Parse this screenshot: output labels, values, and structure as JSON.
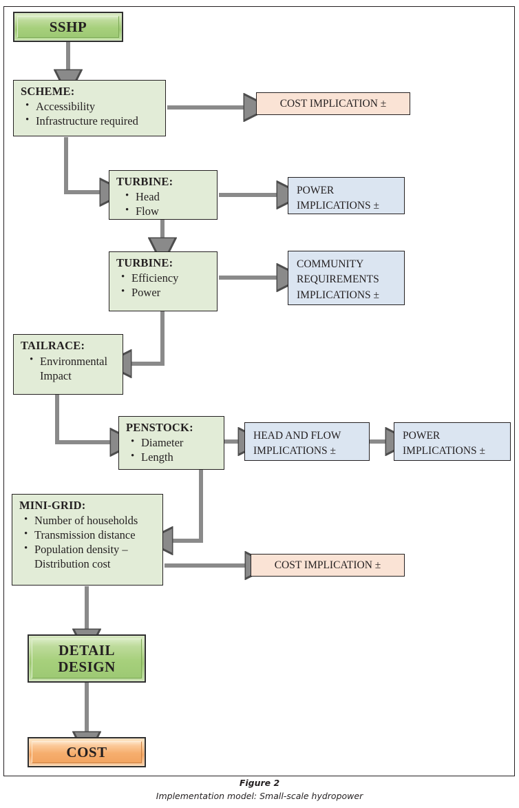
{
  "figure": {
    "caption_title": "Figure 2",
    "caption_subtitle": "Implementation model: Small-scale hydropower"
  },
  "colors": {
    "process_green": "#e2ecd7",
    "implication_blue": "#dbe5f1",
    "cost_peach": "#fae3d5",
    "terminal_green": "#a7d07c",
    "terminal_orange": "#f6ae6e",
    "arrow_gray": "#808080",
    "outline": "#231f20"
  },
  "nodes": {
    "sshp": {
      "label": "SSHP"
    },
    "scheme": {
      "header": "SCHEME:",
      "items": [
        {
          "text": "Accessibility"
        },
        {
          "text": "Infrastructure required"
        }
      ]
    },
    "cost_implication_scheme": {
      "label": "COST IMPLICATION ±"
    },
    "turbine_head_flow": {
      "header": "TURBINE:",
      "items": [
        {
          "text": "Head"
        },
        {
          "text": "Flow"
        }
      ]
    },
    "power_implications_turbine": {
      "lines": [
        "POWER",
        "IMPLICATIONS ±"
      ]
    },
    "turbine_efficiency_power": {
      "header": "TURBINE:",
      "items": [
        {
          "text": "Efficiency"
        },
        {
          "text": "Power"
        }
      ]
    },
    "community_requirements": {
      "lines": [
        "COMMUNITY",
        "REQUIREMENTS",
        "IMPLICATIONS ±"
      ]
    },
    "tailrace": {
      "header": "TAILRACE:",
      "items": [
        {
          "text": "Environmental Impact"
        }
      ]
    },
    "penstock": {
      "header": "PENSTOCK:",
      "items": [
        {
          "text": "Diameter"
        },
        {
          "text": "Length"
        }
      ]
    },
    "head_and_flow_implications": {
      "lines": [
        "HEAD AND FLOW",
        "IMPLICATIONS ±"
      ]
    },
    "power_implications_penstock": {
      "lines": [
        "POWER",
        "IMPLICATIONS ±"
      ]
    },
    "mini_grid": {
      "header": "MINI-GRID:",
      "items": [
        {
          "text": "Number of households"
        },
        {
          "text": "Transmission distance"
        },
        {
          "text": "Population density – Distribution cost"
        }
      ]
    },
    "cost_implication_minigrid": {
      "label": "COST IMPLICATION ±"
    },
    "detail_design": {
      "line1": "DETAIL",
      "line2": "DESIGN"
    },
    "cost": {
      "label": "COST"
    }
  }
}
